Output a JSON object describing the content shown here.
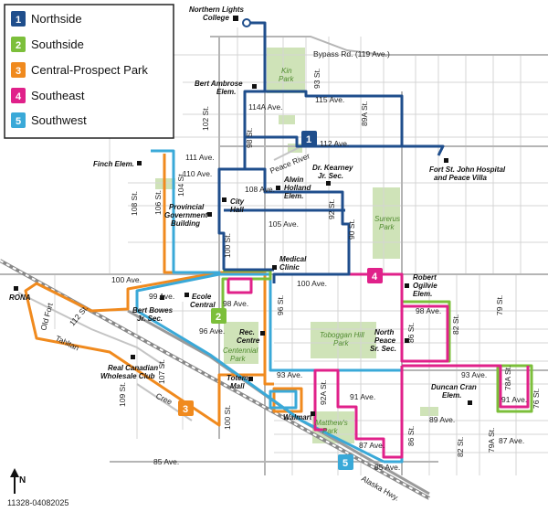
{
  "legend": [
    {
      "number": "1",
      "name": "Northside",
      "color": "#1f4e8c"
    },
    {
      "number": "2",
      "name": "Southside",
      "color": "#7cbf3b"
    },
    {
      "number": "3",
      "name": "Central-Prospect Park",
      "color": "#f08a1e"
    },
    {
      "number": "4",
      "name": "Southeast",
      "color": "#e0218a"
    },
    {
      "number": "5",
      "name": "Southwest",
      "color": "#3aa9d8"
    }
  ],
  "streets": {
    "bypass": "Bypass Rd. (119 Ave.)",
    "a115": "115 Ave.",
    "a114a": "114A Ave.",
    "a112": "112 Ave.",
    "a111": "111 Ave.",
    "a110": "110 Ave.",
    "a108": "108 Ave.",
    "a105": "105 Ave.",
    "a100": "100 Ave.",
    "a100b": "100 Ave.",
    "a99": "99 Ave.",
    "a98": "98 Ave.",
    "a98b": "98 Ave.",
    "a96": "96 Ave.",
    "a93": "93 Ave.",
    "a93b": "93 Ave.",
    "a91": "91 Ave.",
    "a91b": "91 Ave.",
    "a89": "89 Ave.",
    "a87": "87 Ave.",
    "a87b": "87 Ave.",
    "a85": "85 Ave.",
    "a85b": "85 Ave.",
    "s93": "93 St.",
    "s89a": "89A St.",
    "s98": "98 St.",
    "s102": "102 St.",
    "s104": "104 St.",
    "s106": "106 St.",
    "s108": "108 St.",
    "s100": "100 St.",
    "s100b": "100 St.",
    "s92": "92 St.",
    "s90": "90 St.",
    "s96": "96 St.",
    "s86": "86 St.",
    "s86b": "86 St.",
    "s82": "82 St.",
    "s82b": "82 St.",
    "s79": "79 St.",
    "s78a": "78A St.",
    "s76": "76 St.",
    "s79a": "79A St.",
    "s92a": "92A St.",
    "s107": "107 St.",
    "s109": "109 St.",
    "s112": "112 St.",
    "peace_river": "Peace River",
    "oldfort": "Old Fort",
    "tahltan": "Tahltan",
    "cree": "Cree",
    "alaska": "Alaska Hwy."
  },
  "places": {
    "nlc1": "Northern Lights",
    "nlc2": "College",
    "bertambrose1": "Bert Ambrose",
    "bertambrose2": "Elem.",
    "finch": "Finch Elem.",
    "provgov1": "Provincial",
    "provgov2": "Government",
    "provgov3": "Building",
    "cityhall1": "City",
    "cityhall2": "Hall",
    "alwin1": "Alwin",
    "alwin2": "Holland",
    "alwin3": "Elem.",
    "kearney1": "Dr. Kearney",
    "kearney2": "Jr. Sec.",
    "hospital1": "Fort St. John Hospital",
    "hospital2": "and Peace Villa",
    "rona": "RONA",
    "medical1": "Medical",
    "medical2": "Clinic",
    "bertbowes1": "Bert Bowes",
    "bertbowes2": "Jr. Sec.",
    "ecole1": "Ecole",
    "ecole2": "Central",
    "reccentre1": "Rec.",
    "reccentre2": "Centre",
    "robert1": "Robert",
    "robert2": "Ogilvie",
    "robert3": "Elem.",
    "northpeace1": "North",
    "northpeace2": "Peace",
    "northpeace3": "Sr. Sec.",
    "realcdn1": "Real Canadian",
    "realcdn2": "Wholesale Club",
    "totem1": "Totem",
    "totem2": "Mall",
    "walmart": "Walmart",
    "duncan1": "Duncan Cran",
    "duncan2": "Elem."
  },
  "parks": {
    "kin1": "Kin",
    "kin2": "Park",
    "surerus1": "Surerus",
    "surerus2": "Park",
    "centennial1": "Centennial",
    "centennial2": "Park",
    "toboggan1": "Toboggan Hill",
    "toboggan2": "Park",
    "matthews1": "Matthew's",
    "matthews2": "Park"
  },
  "route_markers": [
    {
      "number": "1",
      "color": "#1f4e8c"
    },
    {
      "number": "2",
      "color": "#7cbf3b"
    },
    {
      "number": "3",
      "color": "#f08a1e"
    },
    {
      "number": "4",
      "color": "#e0218a"
    },
    {
      "number": "5",
      "color": "#3aa9d8"
    }
  ],
  "north_label": "N",
  "map_code": "11328-04082025"
}
